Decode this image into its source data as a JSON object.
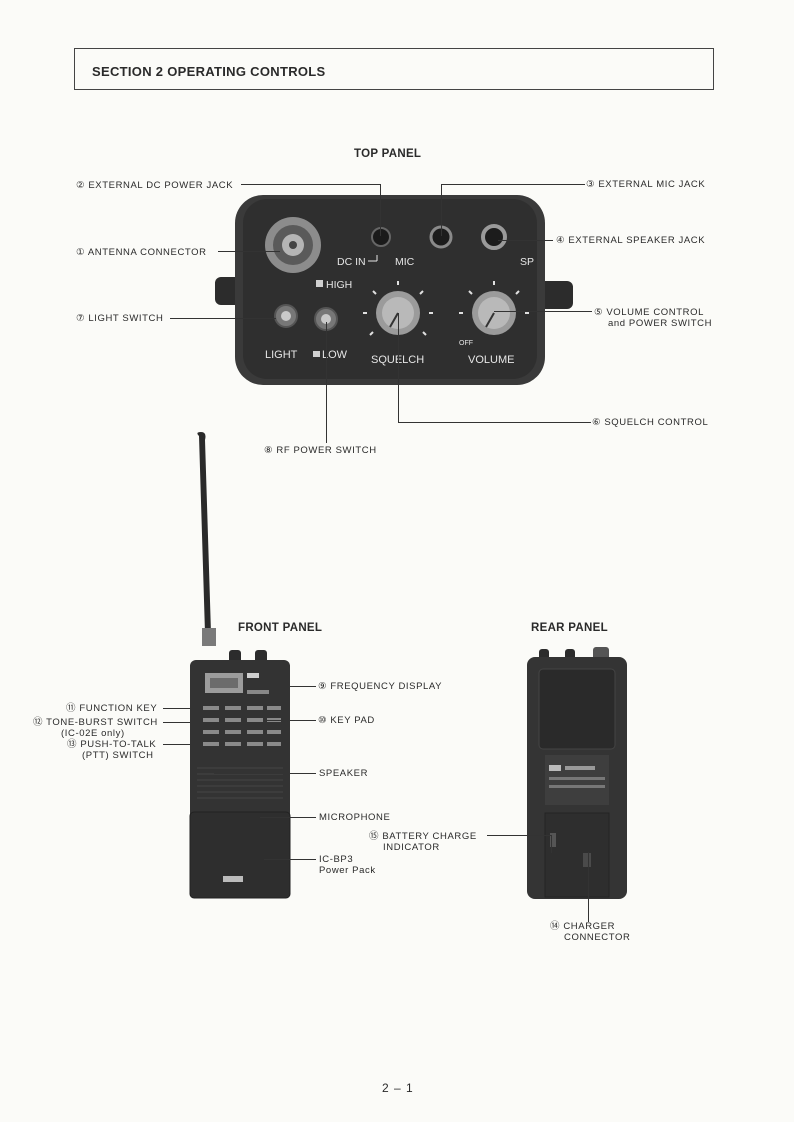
{
  "section": {
    "title": "SECTION 2 OPERATING CONTROLS"
  },
  "top_panel": {
    "heading": "TOP PANEL",
    "labels": {
      "ext_dc": "② EXTERNAL DC POWER JACK",
      "antenna": "① ANTENNA CONNECTOR",
      "light": "⑦ LIGHT SWITCH",
      "rf": "⑧ RF POWER SWITCH",
      "ext_mic": "③ EXTERNAL MIC JACK",
      "ext_sp": "④ EXTERNAL SPEAKER JACK",
      "volume_1": "⑤ VOLUME CONTROL",
      "volume_2": "and POWER SWITCH",
      "squelch": "⑥ SQUELCH CONTROL"
    },
    "panel_print": {
      "dc_in": "DC IN",
      "mic": "MIC",
      "sp": "SP",
      "high": "HIGH",
      "low": "LOW",
      "light": "LIGHT",
      "squelch": "SQUELCH",
      "volume": "VOLUME",
      "off": "OFF"
    }
  },
  "front_panel": {
    "heading": "FRONT PANEL",
    "labels": {
      "function_key": "⑪ FUNCTION KEY",
      "tone_1": "⑫ TONE-BURST SWITCH",
      "tone_2": "(IC-02E only)",
      "ptt_1": "⑬ PUSH-TO-TALK",
      "ptt_2": "(PTT) SWITCH",
      "freq_display": "⑨ FREQUENCY DISPLAY",
      "key_pad": "⑩ KEY PAD",
      "speaker": "SPEAKER",
      "microphone": "MICROPHONE",
      "power_pack_1": "IC-BP3",
      "power_pack_2": "Power Pack"
    }
  },
  "rear_panel": {
    "heading": "REAR PANEL",
    "labels": {
      "battery_1": "⑮ BATTERY CHARGE",
      "battery_2": "INDICATOR",
      "charger_1": "⑭ CHARGER",
      "charger_2": "CONNECTOR"
    }
  },
  "footer": {
    "page_number": "2 – 1"
  }
}
